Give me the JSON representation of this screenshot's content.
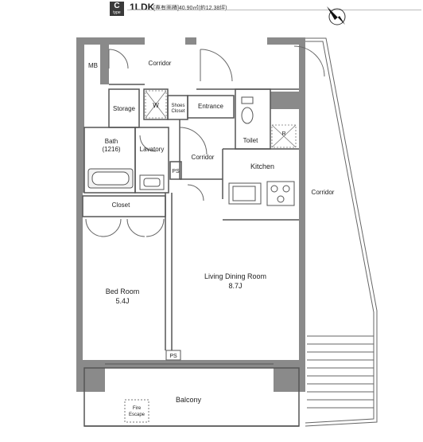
{
  "header": {
    "type_letter": "C",
    "type_word": "type",
    "layout": "1LDK",
    "area_text": "[専有面積]40.90㎡(約12.38坪)"
  },
  "rooms": {
    "mb": "MB",
    "corridor_top": "Corridor",
    "storage": "Storage",
    "w": "W",
    "shoes_closet_1": "Shoes",
    "shoes_closet_2": "Closet",
    "entrance": "Entrance",
    "toilet": "Toilet",
    "r": "R",
    "bath_1": "Bath",
    "bath_2": "(1216)",
    "lavatory": "Lavatory",
    "corridor_mid": "Corridor",
    "ps_mid": "PS",
    "kitchen": "Kitchen",
    "corridor_right": "Corridor",
    "closet": "Closet",
    "bedroom_1": "Bed Room",
    "bedroom_2": "5.4J",
    "ldr_1": "Living Dining Room",
    "ldr_2": "8.7J",
    "ps_bottom": "PS",
    "balcony": "Balcony",
    "fire_1": "Fire",
    "fire_2": "Escape"
  },
  "colors": {
    "wall": "#8a8a8a",
    "line": "#555555",
    "badge": "#3a3a3a"
  }
}
